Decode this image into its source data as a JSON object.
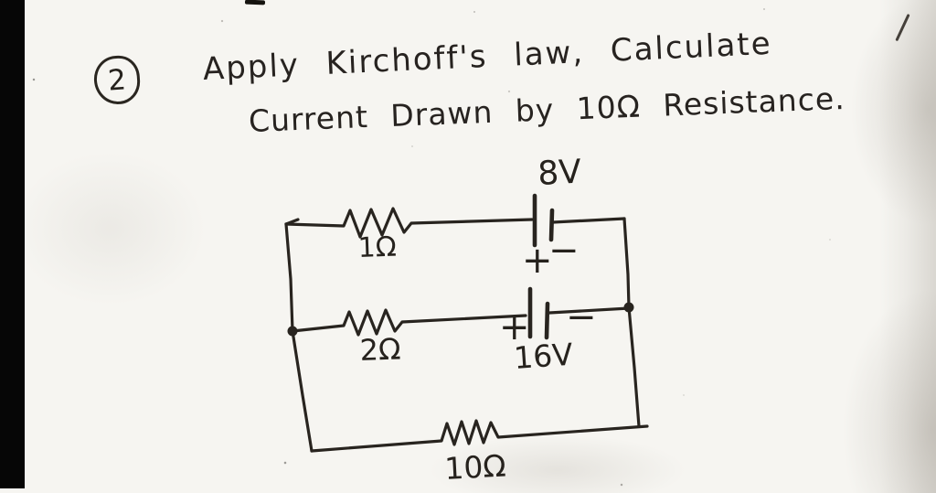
{
  "problem": {
    "number": "2",
    "statement_line1": "Apply Kirchoff's law, Calculate",
    "statement_line2": "Current Drawn by 10Ω Resistance."
  },
  "circuit": {
    "top_branch": {
      "resistor_label": "1Ω",
      "battery_label": "8V",
      "battery_plus": "+",
      "battery_minus": "−"
    },
    "middle_branch": {
      "resistor_label": "2Ω",
      "battery_label": "16V",
      "battery_plus": "+",
      "battery_minus": "−"
    },
    "bottom_branch": {
      "resistor_label": "10Ω"
    }
  },
  "colors": {
    "ink": "#28241f",
    "paper": "#f6f5f1",
    "film_strip": "#060606"
  }
}
